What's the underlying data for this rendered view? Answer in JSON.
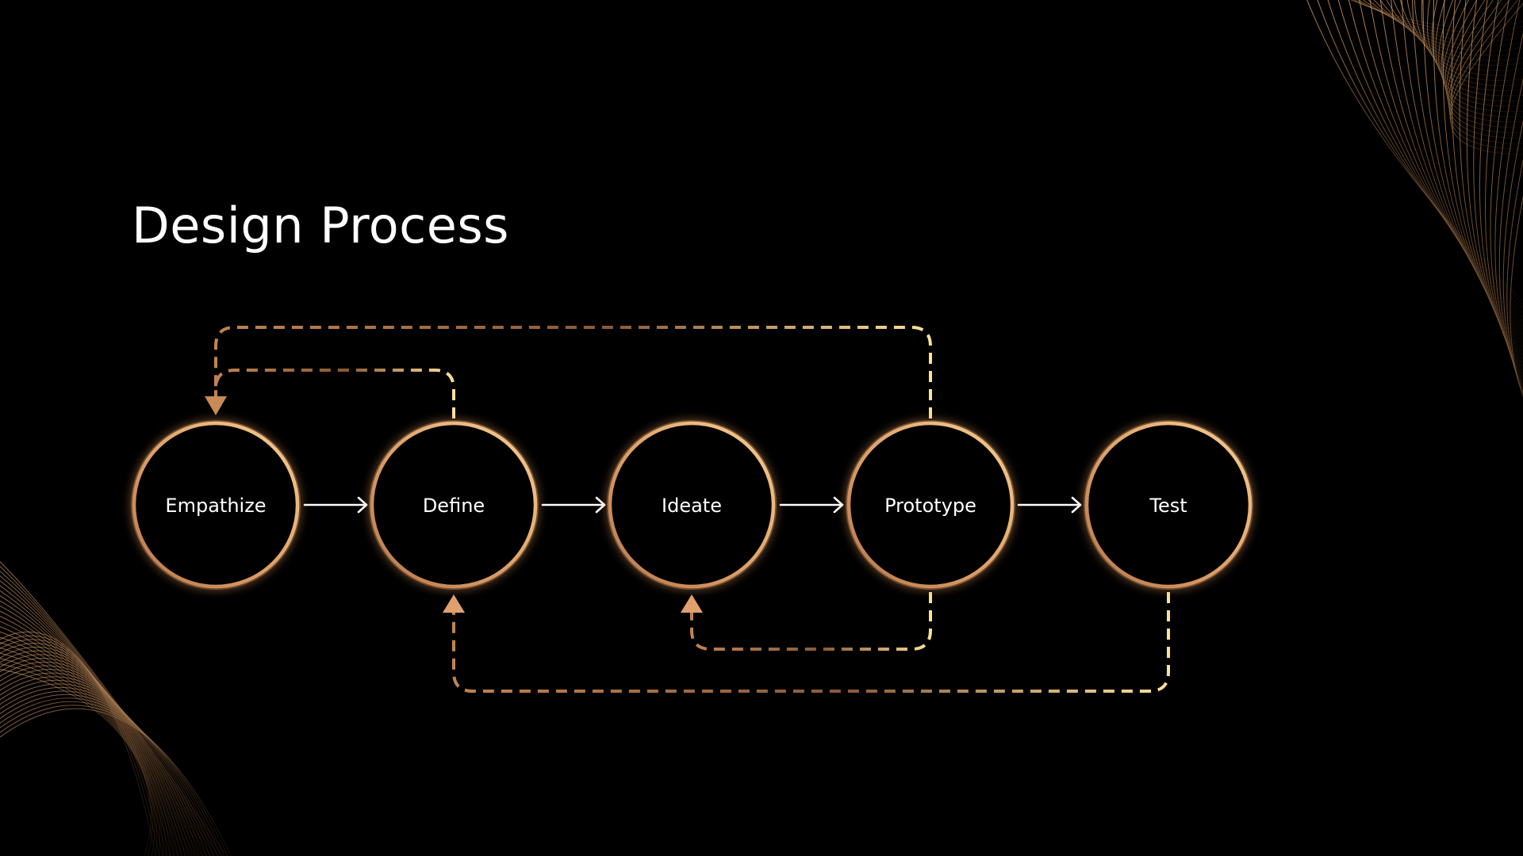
{
  "slide": {
    "title": "Design Process"
  },
  "diagram": {
    "nodes": [
      {
        "id": "empathize",
        "label": "Empathize"
      },
      {
        "id": "define",
        "label": "Define"
      },
      {
        "id": "ideate",
        "label": "Ideate"
      },
      {
        "id": "prototype",
        "label": "Prototype"
      },
      {
        "id": "test",
        "label": "Test"
      }
    ],
    "forward_arrows": [
      {
        "from": "empathize",
        "to": "define"
      },
      {
        "from": "define",
        "to": "ideate"
      },
      {
        "from": "ideate",
        "to": "prototype"
      },
      {
        "from": "prototype",
        "to": "test"
      }
    ],
    "feedback_loops": [
      {
        "from": "define",
        "to": "empathize",
        "side": "top"
      },
      {
        "from": "prototype",
        "to": "empathize",
        "side": "top"
      },
      {
        "from": "prototype",
        "to": "ideate",
        "side": "bottom"
      },
      {
        "from": "test",
        "to": "define",
        "side": "bottom"
      }
    ]
  },
  "colors": {
    "background": "#000000",
    "ring_dark": "#b9774a",
    "ring_light": "#f6cd92",
    "dash_light": "#ffe19a",
    "text": "#ffffff"
  }
}
